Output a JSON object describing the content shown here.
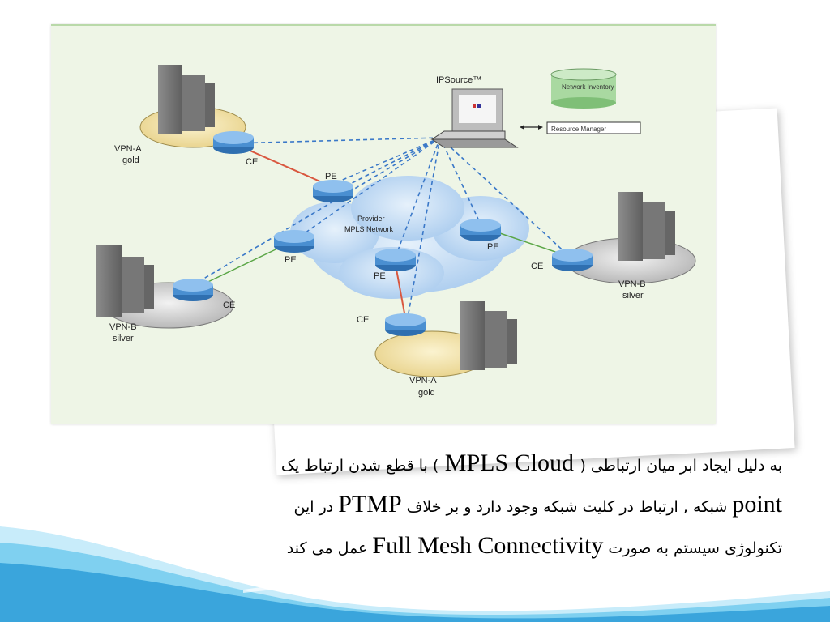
{
  "diagram": {
    "ipsource": "IPSource™",
    "network_inventory": "Network Inventory",
    "resource_manager": "Resource Manager",
    "provider_line1": "Provider",
    "provider_line2": "MPLS Network",
    "pe": "PE",
    "ce": "CE",
    "vpn_a_top_line1": "VPN-A",
    "vpn_a_top_line2": "gold",
    "vpn_b_left_line1": "VPN-B",
    "vpn_b_left_line2": "silver",
    "vpn_b_right_line1": "VPN-B",
    "vpn_b_right_line2": "silver",
    "vpn_a_bottom_line1": "VPN-A",
    "vpn_a_bottom_line2": "gold"
  },
  "caption": {
    "l1_a": "به دلیل ایجاد ابر میان ارتباطی (",
    "l1_latin": " MPLS Cloud ",
    "l1_b": ") با قطع شدن ارتباط یک",
    "l2_latin": "point",
    "l2_a": " شبکه , ارتباط در کلیت شبکه وجود دارد و بر خلاف ",
    "l2_latin2": "PTMP",
    "l2_b": " در این",
    "l3_a": "تکنولوژی سیستم به صورت ",
    "l3_latin": "Full Mesh Connectivity",
    "l3_b": " عمل می کند"
  },
  "colors": {
    "frame_bg": "#eef5e6",
    "dashed_link": "#3a78c8",
    "red_link": "#d9573f",
    "green_link": "#5aa646",
    "router": "#4a8fd1",
    "wave_blue": "#3aa5dc"
  }
}
